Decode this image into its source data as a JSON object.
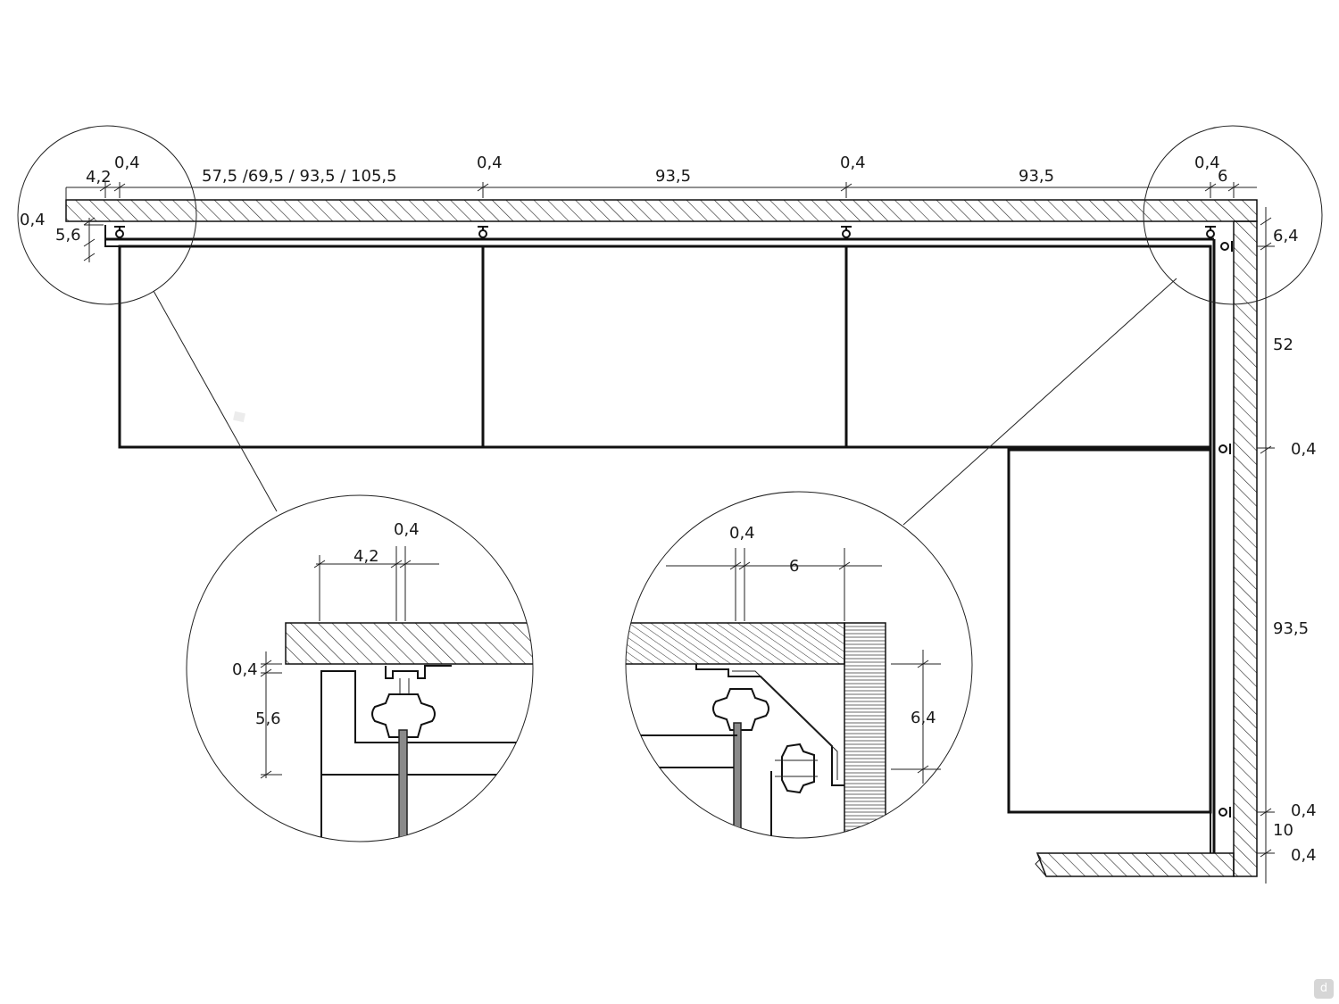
{
  "dimensions": {
    "top_left_gap": "0,4",
    "top_left_42": "4,2",
    "top_widths": "57,5 /69,5 / 93,5 / 105,5",
    "top_gap_2": "0,4",
    "top_width_2": "93,5",
    "top_gap_3": "0,4",
    "top_width_3": "93,5",
    "top_right_gap": "0,4",
    "top_right_6": "6",
    "left_04": "0,4",
    "left_56": "5,6",
    "right_64": "6,4",
    "right_52": "52",
    "right_04_a": "0,4",
    "right_935": "93,5",
    "right_04_b": "0,4",
    "right_10": "10",
    "right_04_c": "0,4"
  },
  "detail_left": {
    "dim_04": "0,4",
    "dim_42": "4,2",
    "dim_04_v": "0,4",
    "dim_56": "5,6"
  },
  "detail_right": {
    "dim_04": "0,4",
    "dim_6": "6",
    "dim_64": "6,4"
  },
  "badge": {
    "icon": "dezeen-logo-icon",
    "glyph": "d"
  }
}
